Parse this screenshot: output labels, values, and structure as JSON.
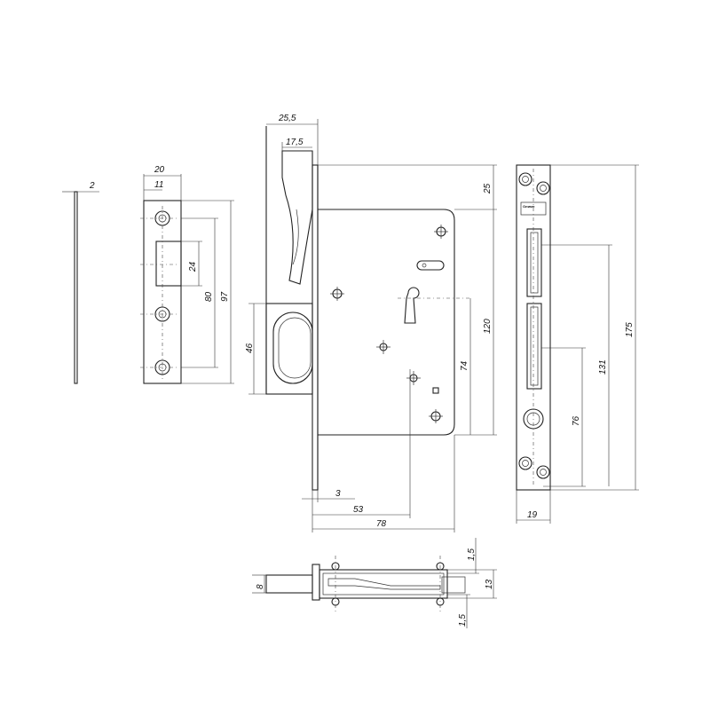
{
  "dimensions": {
    "plate_thickness": "2",
    "strike_width": "20",
    "strike_inner": "11",
    "strike_slot": "24",
    "strike_holes": "80",
    "strike_height": "97",
    "lock_depth": "25,5",
    "hook_depth": "17,5",
    "handle_height": "46",
    "top_offset": "25",
    "body_height": "120",
    "key_to_hook": "74",
    "faceplate_offset": "3",
    "backset": "53",
    "body_depth": "78",
    "faceplate_width": "19",
    "lower_slot": "76",
    "hole_spacing": "131",
    "faceplate_height": "175",
    "bolt_width": "8",
    "top_gap": "1,5",
    "body_thickness": "13",
    "bottom_gap": "1,5"
  },
  "faceplate_brand": "Олимп"
}
